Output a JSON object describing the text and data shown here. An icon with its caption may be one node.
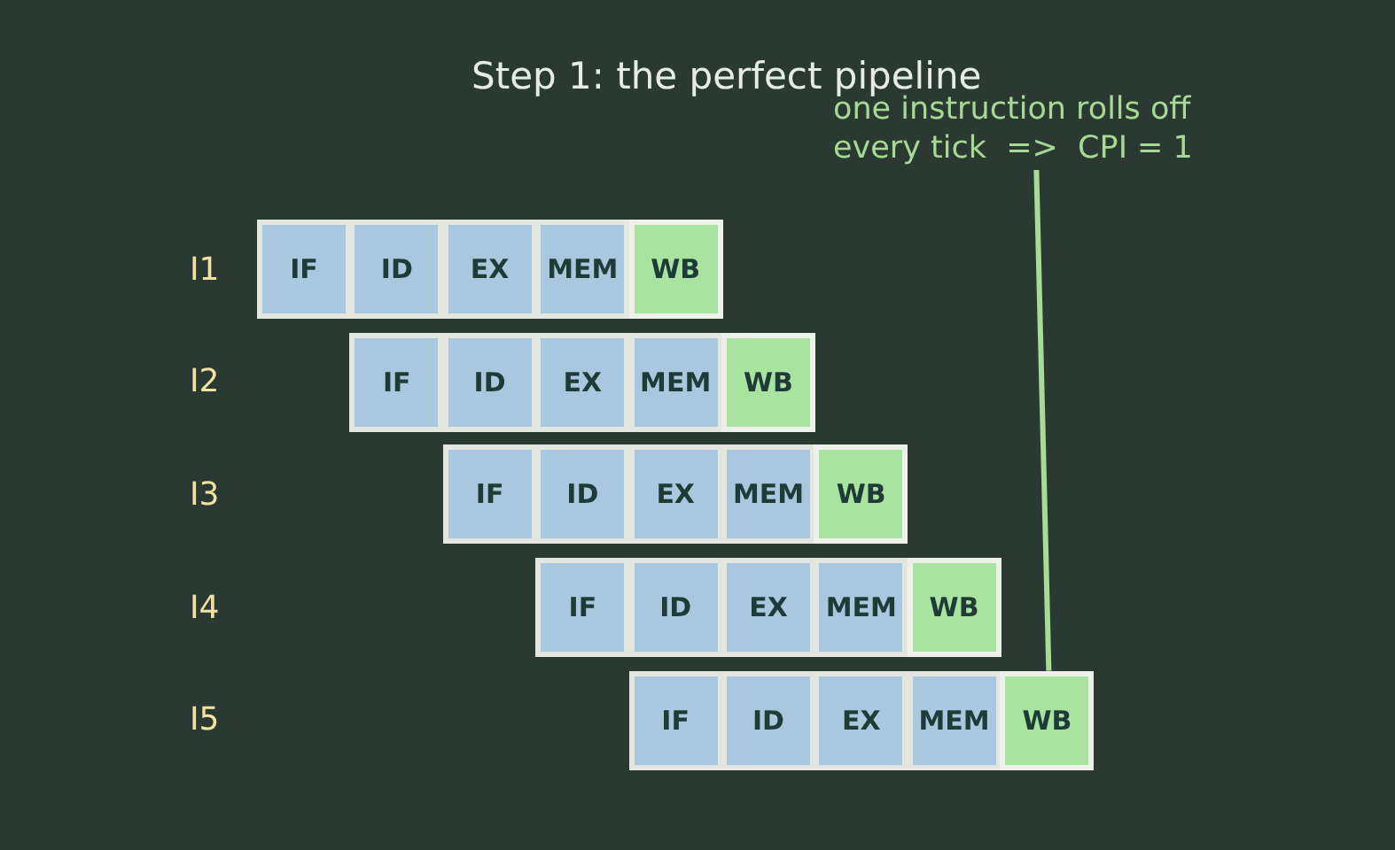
{
  "diagram": {
    "title": "Step 1: the perfect pipeline",
    "nodes": [
      {
        "text": [
          "one instruction rolls off every tick  =>  CPI = 1"
        ]
      },
      {
        "text": [
          "IF"
        ]
      },
      {
        "text": [
          "ID"
        ]
      },
      {
        "text": [
          "EX"
        ]
      },
      {
        "text": [
          "MEM"
        ]
      },
      {
        "text": [
          "WB"
        ]
      },
      {
        "text": [
          "IF"
        ]
      },
      {
        "text": [
          "ID"
        ]
      },
      {
        "text": [
          "EX"
        ]
      },
      {
        "text": [
          "MEM"
        ]
      },
      {
        "text": [
          "WB"
        ]
      },
      {
        "text": [
          "IF"
        ]
      },
      {
        "text": [
          "ID"
        ]
      },
      {
        "text": [
          "EX"
        ]
      },
      {
        "text": [
          "MEM"
        ]
      },
      {
        "text": [
          "WB"
        ]
      },
      {
        "text": [
          "IF"
        ]
      },
      {
        "text": [
          "ID"
        ]
      },
      {
        "text": [
          "EX"
        ]
      },
      {
        "text": [
          "MEM"
        ]
      },
      {
        "text": [
          "WB"
        ]
      },
      {
        "text": [
          "IF"
        ]
      },
      {
        "text": [
          "ID"
        ]
      },
      {
        "text": [
          "EX"
        ]
      },
      {
        "text": [
          "MEM"
        ]
      },
      {
        "text": [
          "WB"
        ]
      }
    ],
    "edges": [
      {
        "from": 0,
        "to": 25,
        "arrow": "none"
      }
    ],
    "labels": [
      "I1",
      "I2",
      "I3",
      "I4",
      "I5"
    ]
  }
}
